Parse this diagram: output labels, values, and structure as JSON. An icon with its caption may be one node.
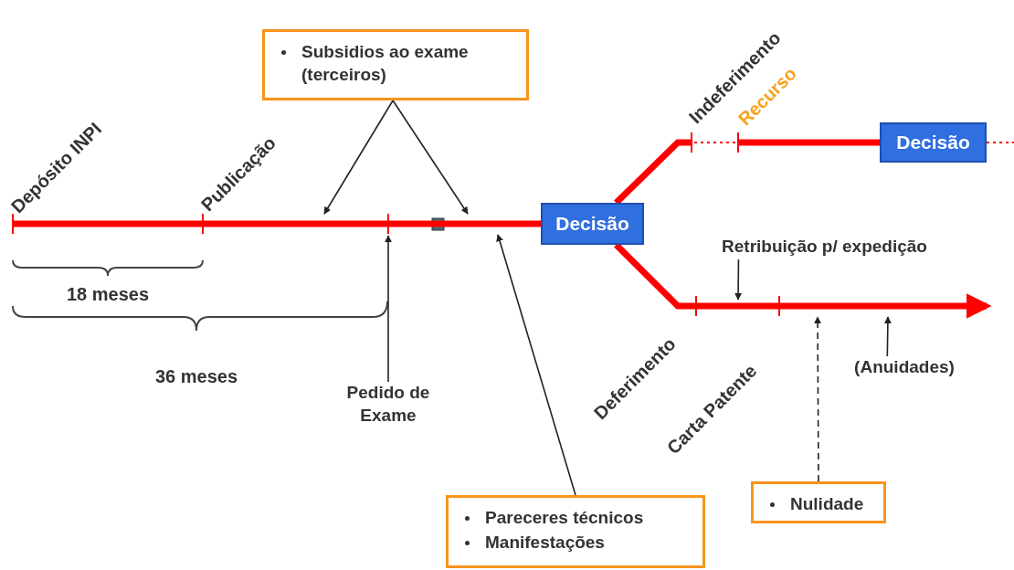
{
  "diagram": {
    "nodes": [
      {
        "text": [
          "Subsidios ao exame (terceiros)"
        ]
      },
      {
        "text": [
          "Decisão"
        ]
      },
      {
        "text": [
          "Decisão"
        ]
      },
      {
        "text": [
          "Pedido de Exame"
        ]
      },
      {
        "text": [
          "Retribuição p/ expedição"
        ]
      },
      {
        "text": [
          "(Anuidades)"
        ]
      },
      {
        "text": [
          "Pareceres técnicos",
          "Manifestações"
        ]
      },
      {
        "text": [
          "Nulidade"
        ]
      }
    ],
    "edges": [
      {
        "from": null,
        "to": 1,
        "arrow": "none",
        "style": "thick",
        "color": "#ff0000"
      },
      {
        "from": 1,
        "to": null,
        "arrow": "none",
        "style": "thick",
        "color": "#ff0000"
      },
      {
        "from": 1,
        "to": null,
        "arrow": "to",
        "style": "thick",
        "color": "#ff0000"
      },
      {
        "from": 2,
        "to": null,
        "arrow": "none",
        "style": "dashed",
        "color": "#ff0000"
      },
      {
        "from": 0,
        "to": null,
        "arrow": "to"
      },
      {
        "from": 0,
        "to": null,
        "arrow": "to"
      },
      {
        "from": 3,
        "to": null,
        "arrow": "to"
      },
      {
        "from": 6,
        "to": null,
        "arrow": "to"
      },
      {
        "from": 4,
        "to": null,
        "arrow": "to"
      },
      {
        "from": 5,
        "to": null,
        "arrow": "to"
      },
      {
        "from": 7,
        "to": null,
        "arrow": "to",
        "style": "dashed"
      },
      {
        "from": null,
        "to": 2,
        "arrow": "none",
        "style": "thick",
        "color": "#ff0000"
      }
    ],
    "labels": [
      "Depósito INPI",
      "Publicação",
      "Indeferimento",
      "Recurso",
      "18 meses",
      "36 meses",
      "Deferimento",
      "Carta Patente"
    ]
  }
}
